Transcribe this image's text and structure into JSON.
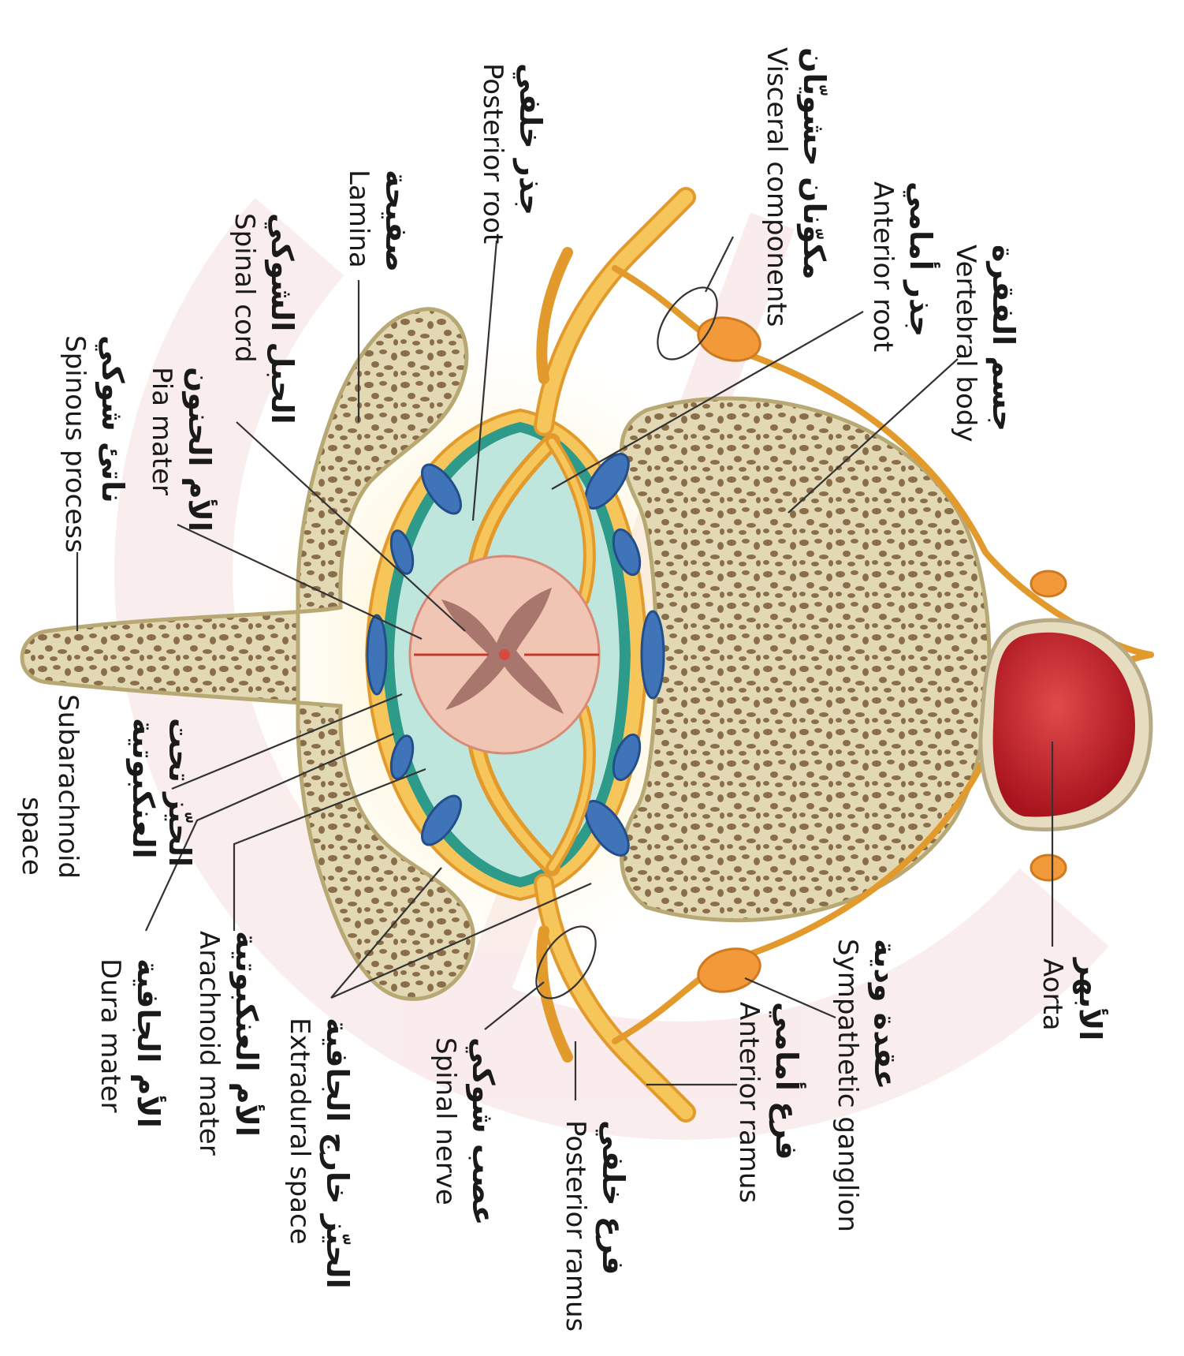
{
  "labels": {
    "vertebral_body": {
      "ar": "جسم الفقرة",
      "en": "Vertebral body"
    },
    "anterior_root": {
      "ar": "جذر أمامي",
      "en": "Anterior root"
    },
    "visceral_components": {
      "ar": "مكوّنان حشويّان",
      "en": "Visceral components"
    },
    "posterior_root": {
      "ar": "جذر خلفي",
      "en": "Posterior root"
    },
    "lamina": {
      "ar": "صفيحة",
      "en": "Lamina"
    },
    "spinal_cord": {
      "ar": "الحبل الشوكي",
      "en": "Spinal cord"
    },
    "pia_mater": {
      "ar": "الأم الحنون",
      "en": "Pia mater"
    },
    "spinous_process": {
      "ar": "ناتئ شوكي",
      "en": "Spinous process"
    },
    "subarachnoid_space": {
      "ar1": "الحيّز تحت",
      "ar2": "العنكبوتية",
      "en1": "Subarachnoid",
      "en2": "space"
    },
    "dura_mater": {
      "ar": "الأم الجافية",
      "en": "Dura mater"
    },
    "arachnoid_mater": {
      "ar": "الأم العنكبوتية",
      "en": "Arachnoid mater"
    },
    "extradural_space": {
      "ar": "الحيّز خارج الجافية",
      "en": "Extradural space"
    },
    "spinal_nerve": {
      "ar": "عصب شوكي",
      "en": "Spinal nerve"
    },
    "posterior_ramus": {
      "ar": "فرع خلفي",
      "en": "Posterior ramus"
    },
    "anterior_ramus": {
      "ar": "فرع أمامي",
      "en": "Anterior ramus"
    },
    "sympathetic_ganglion": {
      "ar": "عقدة ودية",
      "en": "Sympathetic ganglion"
    },
    "aorta": {
      "ar": "الأبهر",
      "en": "Aorta"
    }
  },
  "colors": {
    "bone_fill": "#e2d9b4",
    "bone_hole": "#8a6e4a",
    "nerve": "#f2b24a",
    "ganglion": "#f29a3a",
    "aorta": "#c8202a",
    "csf": "#bfe6dd",
    "dura": "#2e9a8a",
    "cord": "#f0c5b3",
    "grey_matter": "#a8766c",
    "vein": "#3f74b8",
    "fat": "#fbe29a",
    "watermark": "#f6dede"
  }
}
